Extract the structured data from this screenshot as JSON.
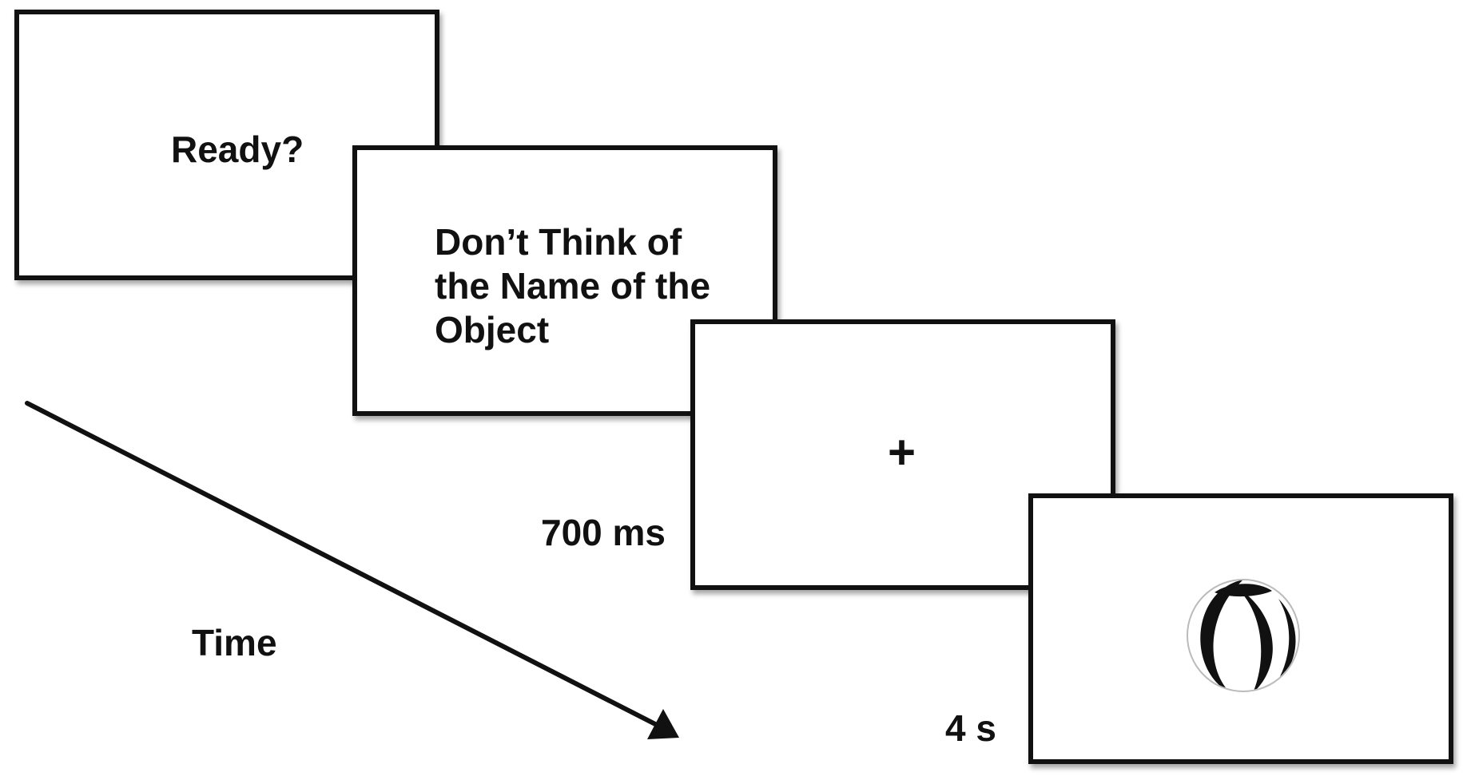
{
  "frames": [
    {
      "id": "ready",
      "text": "Ready?"
    },
    {
      "id": "instruction",
      "text": "Don’t Think of\nthe Name of the\nObject"
    },
    {
      "id": "fixation",
      "text": "+"
    },
    {
      "id": "object",
      "image": "beach-ball-icon"
    }
  ],
  "durations": {
    "fixation": "700 ms",
    "object": "4 s"
  },
  "timeline": {
    "label": "Time",
    "arrow_icon": "arrow-down-right-icon"
  },
  "colors": {
    "line": "#111111",
    "background": "#ffffff"
  }
}
